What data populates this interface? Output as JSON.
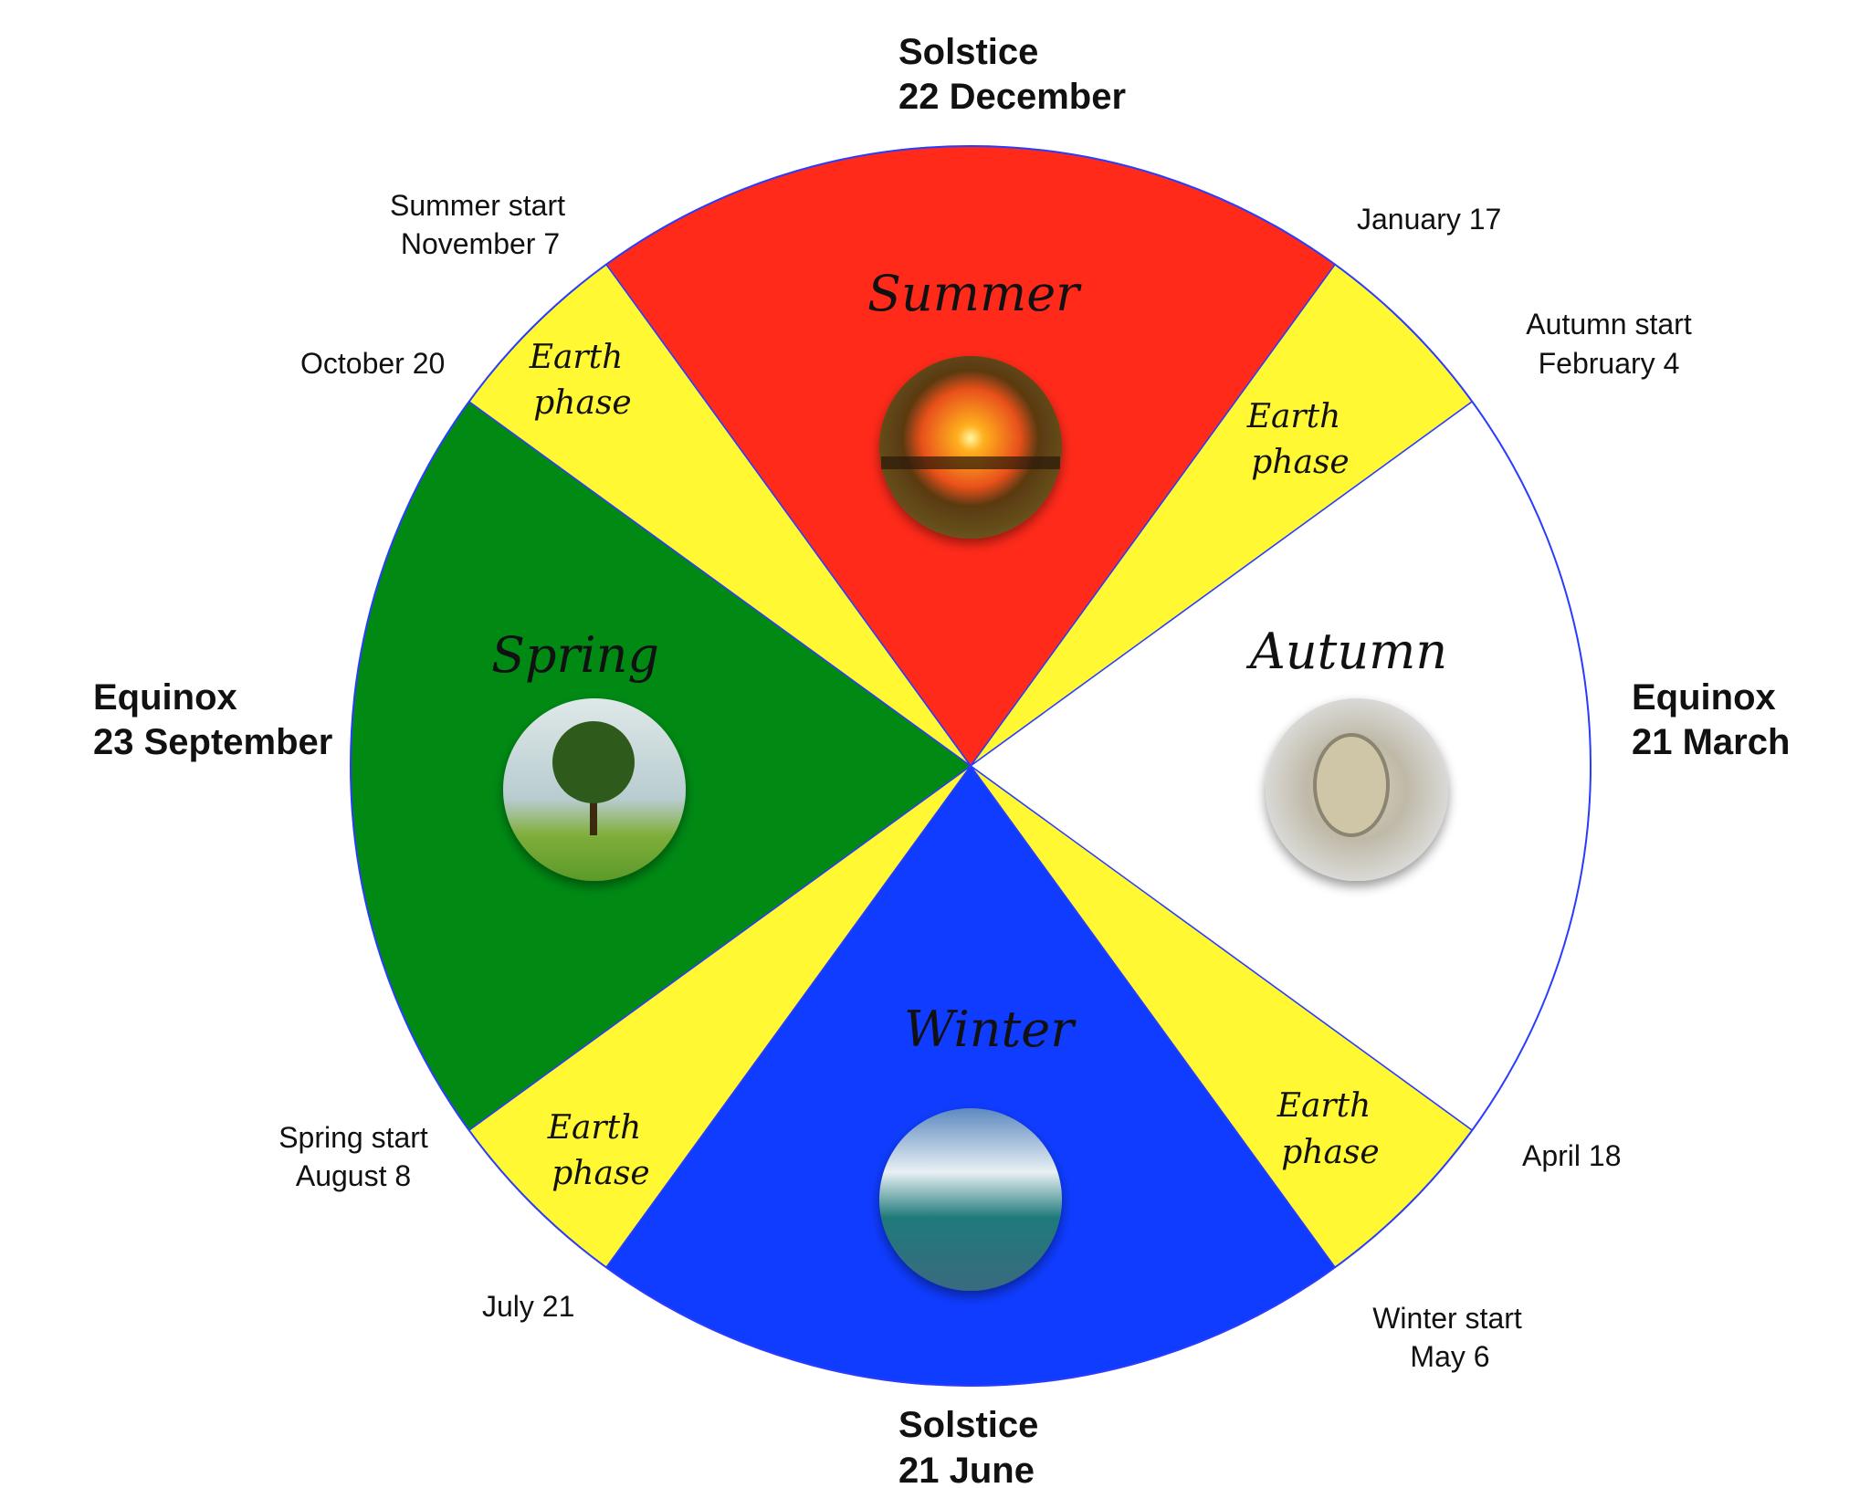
{
  "colors": {
    "summer": "#ff2a1a",
    "spring": "#008a14",
    "autumn": "#ffffff",
    "winter": "#0f3cff",
    "earth_phase": "#fff833",
    "outline": "#2a3cff"
  },
  "solstice_top": {
    "line1": "Solstice",
    "line2": "22 December"
  },
  "solstice_bottom": {
    "line1": "Solstice",
    "line2": "21 June"
  },
  "equinox_left": {
    "line1": "Equinox",
    "line2": "23 September"
  },
  "equinox_right": {
    "line1": "Equinox",
    "line2": "21 March"
  },
  "dates": {
    "summer_start": {
      "line1": "Summer start",
      "line2": "November 7"
    },
    "january": "January 17",
    "autumn_start": {
      "line1": "Autumn start",
      "line2": "February 4"
    },
    "october": "October 20",
    "spring_start": {
      "line1": "Spring start",
      "line2": "August 8"
    },
    "april": "April 18",
    "july": "July 21",
    "winter_start": {
      "line1": "Winter start",
      "line2": "May 6"
    }
  },
  "seasons": {
    "summer": "Summer",
    "spring": "Spring",
    "autumn": "Autumn",
    "winter": "Winter"
  },
  "earth_phase": {
    "line1": "Earth",
    "line2": "phase"
  },
  "images": {
    "summer": "sunset-photo",
    "spring": "tree-photo",
    "autumn": "silver-nugget-photo",
    "winter": "wave-photo"
  }
}
